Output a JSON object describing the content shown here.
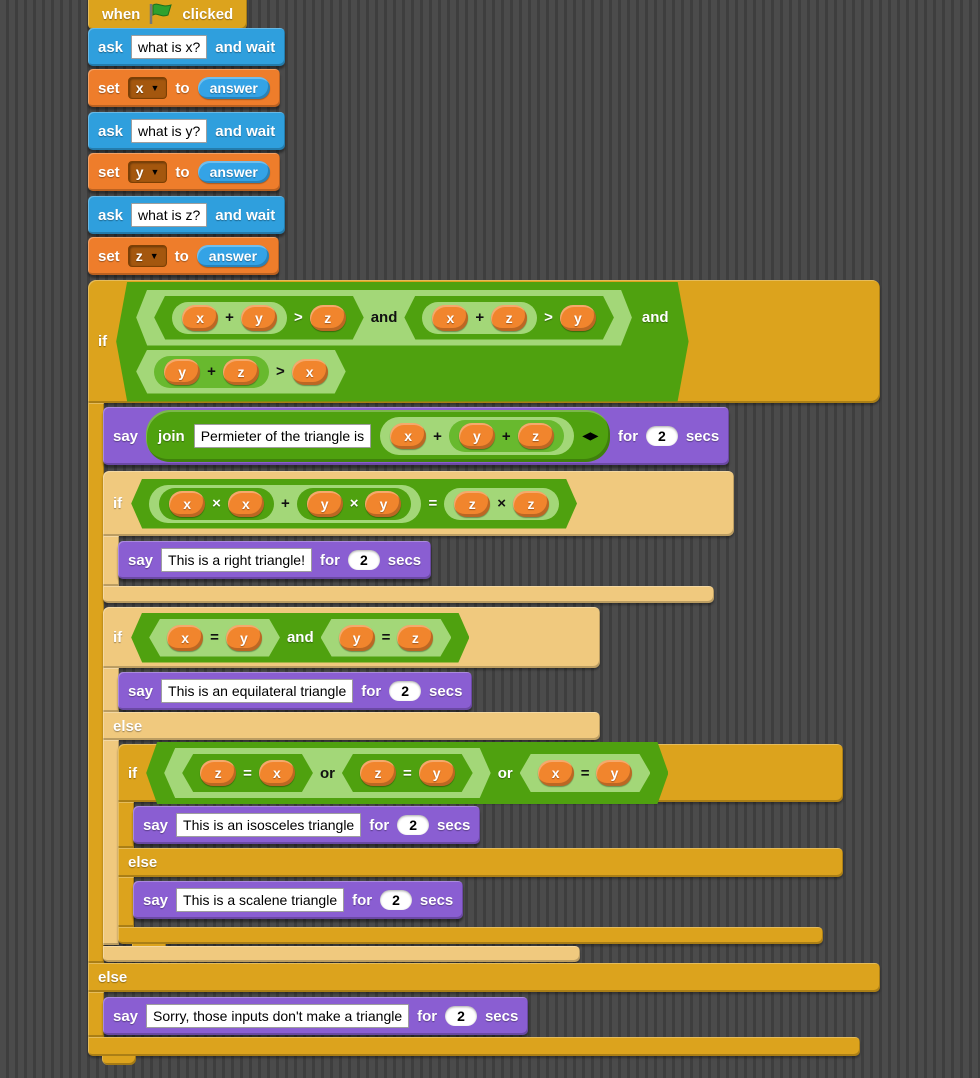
{
  "palette": {
    "background": "#4b4b4b",
    "stripe": "#3e3e3e",
    "control_gold": "#DCA31D",
    "control_tan": "#F0C97E",
    "looks_purple": "#8A5ED2",
    "sensing_blue": "#2F9FDD",
    "variables_orange": "#EE7D2B",
    "operators_green_dark": "#4FA10F",
    "operators_green_light": "#A3D778",
    "operators_green_mid": "#68B92E",
    "variable_oval_orange": "#F1852D",
    "flag_green": "#2EA12E"
  },
  "hat": {
    "when": "when",
    "clicked": "clicked"
  },
  "ask_x": {
    "label": "ask",
    "question": "what is x?",
    "and_wait": "and wait"
  },
  "set_x": {
    "label": "set",
    "variable": "x",
    "to": "to",
    "value": "answer"
  },
  "ask_y": {
    "label": "ask",
    "question": "what is y?",
    "and_wait": "and wait"
  },
  "set_y": {
    "label": "set",
    "variable": "y",
    "to": "to",
    "value": "answer"
  },
  "ask_z": {
    "label": "ask",
    "question": "what is z?",
    "and_wait": "and wait"
  },
  "set_z": {
    "label": "set",
    "variable": "z",
    "to": "to",
    "value": "answer"
  },
  "if_outer": {
    "if": "if",
    "else": "else",
    "and_outer": "and",
    "and_inner": "and",
    "c1": {
      "left": "x",
      "plus": "+",
      "right": "y",
      "gt": ">",
      "cmp": "z"
    },
    "c2": {
      "left": "x",
      "plus": "+",
      "right": "z",
      "gt": ">",
      "cmp": "y"
    },
    "c3": {
      "left": "y",
      "plus": "+",
      "right": "z",
      "gt": ">",
      "cmp": "x"
    }
  },
  "say_join": {
    "say": "say",
    "join": "join",
    "text": "Permieter of the triangle is ",
    "v1": "x",
    "plus1": "+",
    "v2": "y",
    "plus2": "+",
    "v3": "z",
    "arrows": "◀▶",
    "for": "for",
    "duration": "2",
    "secs": "secs"
  },
  "if_right": {
    "if": "if",
    "m1": {
      "a": "x",
      "times": "×",
      "b": "x"
    },
    "plus": "+",
    "m2": {
      "a": "y",
      "times": "×",
      "b": "y"
    },
    "equals": "=",
    "m3": {
      "a": "z",
      "times": "×",
      "b": "z"
    }
  },
  "say_right": {
    "say": "say",
    "text": "This is a right triangle!",
    "for": "for",
    "duration": "2",
    "secs": "secs"
  },
  "if_eq": {
    "if": "if",
    "else": "else",
    "and": "and",
    "c1": {
      "a": "x",
      "eq": "=",
      "b": "y"
    },
    "c2": {
      "a": "y",
      "eq": "=",
      "b": "z"
    }
  },
  "say_eq": {
    "say": "say",
    "text": "This is an equilateral triangle",
    "for": "for",
    "duration": "2",
    "secs": "secs"
  },
  "if_iso": {
    "if": "if",
    "else": "else",
    "or1": "or",
    "or2": "or",
    "c1": {
      "a": "z",
      "eq": "=",
      "b": "x"
    },
    "c2": {
      "a": "z",
      "eq": "=",
      "b": "y"
    },
    "c3": {
      "a": "x",
      "eq": "=",
      "b": "y"
    }
  },
  "say_iso": {
    "say": "say",
    "text": "This is an isosceles triangle",
    "for": "for",
    "duration": "2",
    "secs": "secs"
  },
  "say_scalene": {
    "say": "say",
    "text": "This is a scalene triangle",
    "for": "for",
    "duration": "2",
    "secs": "secs"
  },
  "say_sorry": {
    "say": "say",
    "text": "Sorry, those inputs don't make a triangle",
    "for": "for",
    "duration": "2",
    "secs": "secs"
  }
}
